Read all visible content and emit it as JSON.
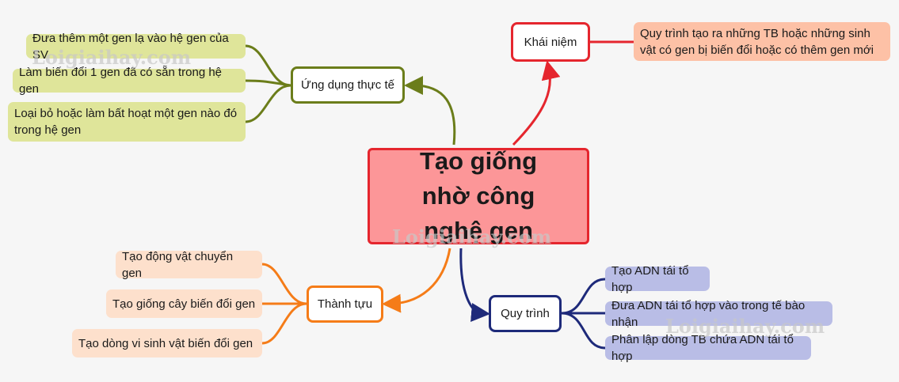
{
  "center": {
    "title": "Tạo giống nhờ công nghệ gen"
  },
  "branches": {
    "ung_dung": {
      "label": "Ứng dụng thực tế",
      "color": "#6b7d1a",
      "items": [
        "Đưa thêm một gen lạ vào hệ gen của SV",
        "Làm biến đổi 1 gen đã có sẵn trong hệ gen",
        "Loại bỏ hoặc làm bất hoạt một gen nào đó trong hệ gen"
      ]
    },
    "khai_niem": {
      "label": "Khái niệm",
      "color": "#e5262e",
      "items": [
        "Quy trình tạo ra những TB hoặc những sinh vật có gen bị biến đổi hoặc có thêm gen mới"
      ]
    },
    "thanh_tuu": {
      "label": "Thành tựu",
      "color": "#f57c18",
      "items": [
        "Tạo động vật chuyển gen",
        "Tạo giống cây biến đổi gen",
        "Tạo dòng vi sinh vật biến đổi gen"
      ]
    },
    "quy_trinh": {
      "label": "Quy trình",
      "color": "#1e2a7a",
      "items": [
        "Tạo ADN tái tổ hợp",
        "Đưa ADN tái tổ hợp vào trong tế bào nhận",
        "Phân lập dòng TB chứa ADN tái tổ hợp"
      ]
    }
  },
  "watermark": "Loigiaihay.com"
}
